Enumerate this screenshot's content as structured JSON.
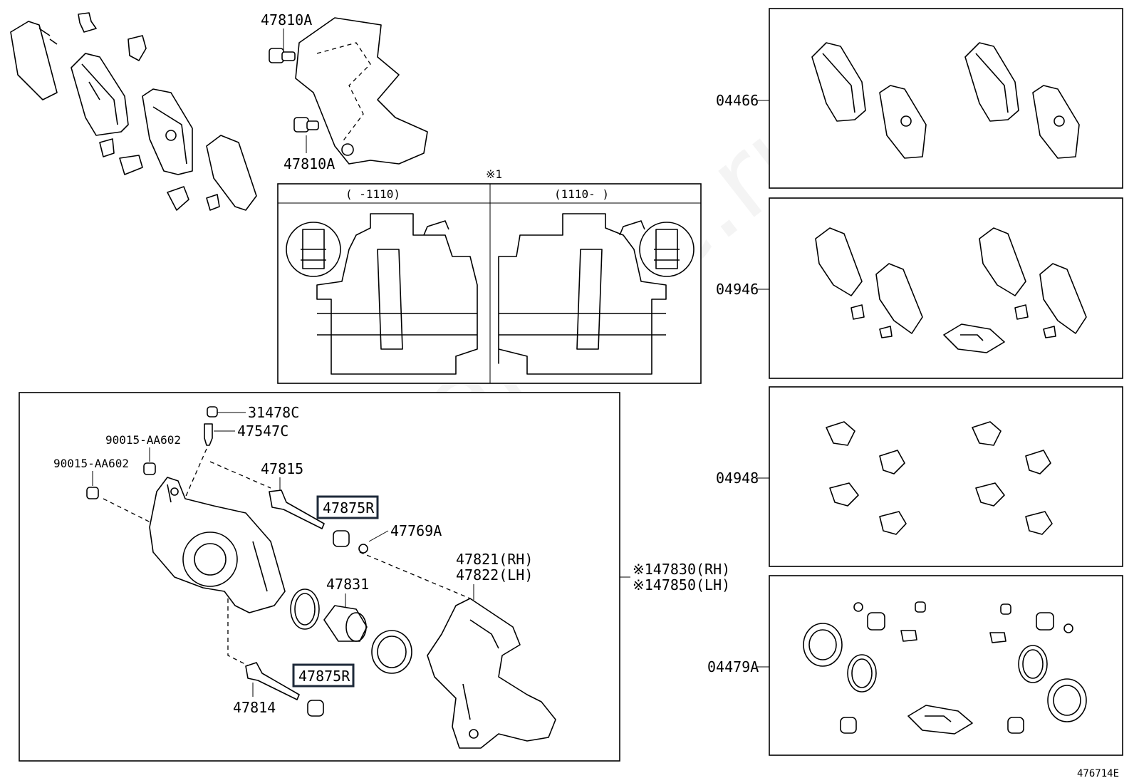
{
  "watermark": "ToyotaCarLine.ru",
  "figure_code": "476714E",
  "inset": {
    "marker": "※1",
    "left_range": "(    -1110)",
    "right_range": "(1110-    )"
  },
  "labels": {
    "p47810a_top": "47810A",
    "p47810a_bottom": "47810A",
    "p31478c": "31478C",
    "p47547c": "47547C",
    "p90015_a": "90015-AA602",
    "p90015_b": "90015-AA602",
    "p47815": "47815",
    "p47875r_a": "47875R",
    "p47875r_b": "47875R",
    "p47769a": "47769A",
    "p47821": "47821(RH)",
    "p47822": "47822(LH)",
    "p47831": "47831",
    "p47814": "47814",
    "p47830": "※147830(RH)",
    "p47850": "※147850(LH)"
  },
  "kits": [
    {
      "code": "04466"
    },
    {
      "code": "04946"
    },
    {
      "code": "04948"
    },
    {
      "code": "04479A"
    }
  ]
}
